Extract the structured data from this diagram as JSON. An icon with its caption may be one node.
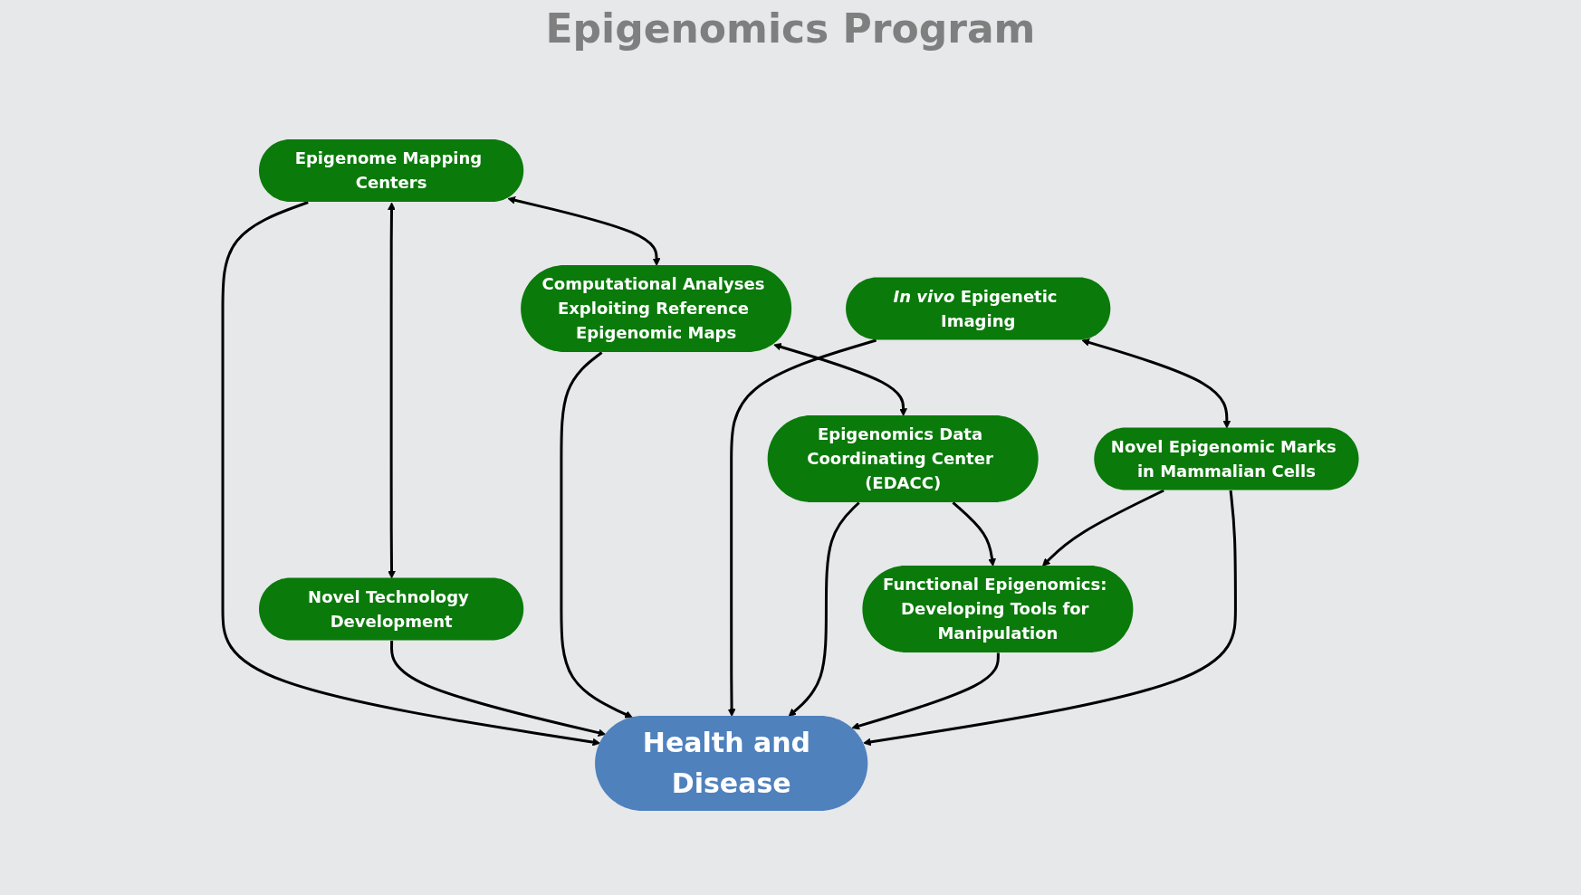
{
  "diagram": {
    "title": "Epigenomics Program",
    "nodes": [
      {
        "text": [
          "Epigenome Mapping Centers"
        ]
      },
      {
        "text": [
          "Novel Technology Development"
        ]
      },
      {
        "text": [
          "Computational Analyses Exploiting Reference Epigenomic Maps"
        ]
      },
      {
        "text": [
          "Health and Disease"
        ]
      },
      {
        "text": [
          "*In vivo* Epigenetic Imaging"
        ]
      },
      {
        "text": [
          "Epigenomics Data Coordinating Center (EDACC)"
        ]
      },
      {
        "text": [
          "Functional Epigenomics: Developing Tools for Manipulation"
        ]
      },
      {
        "text": [
          "Novel Epigenomic Marks in Mammalian Cells"
        ]
      }
    ],
    "edges": [
      {
        "from": 0,
        "to": 1,
        "arrow": "both"
      },
      {
        "from": 0,
        "to": 3,
        "arrow": "to"
      },
      {
        "from": 1,
        "to": 3,
        "arrow": "to"
      },
      {
        "from": 0,
        "to": 2,
        "arrow": "both"
      },
      {
        "from": 2,
        "to": 3,
        "arrow": "to"
      },
      {
        "from": 4,
        "to": 3,
        "arrow": "to"
      },
      {
        "from": 2,
        "to": 5,
        "arrow": "both"
      },
      {
        "from": 5,
        "to": 3,
        "arrow": "to"
      },
      {
        "from": 5,
        "to": 6,
        "arrow": "to"
      },
      {
        "from": 6,
        "to": 3,
        "arrow": "to"
      },
      {
        "from": 4,
        "to": 7,
        "arrow": "both"
      },
      {
        "from": 7,
        "to": 3,
        "arrow": "to"
      },
      {
        "from": 7,
        "to": 6,
        "arrow": "to"
      }
    ]
  }
}
